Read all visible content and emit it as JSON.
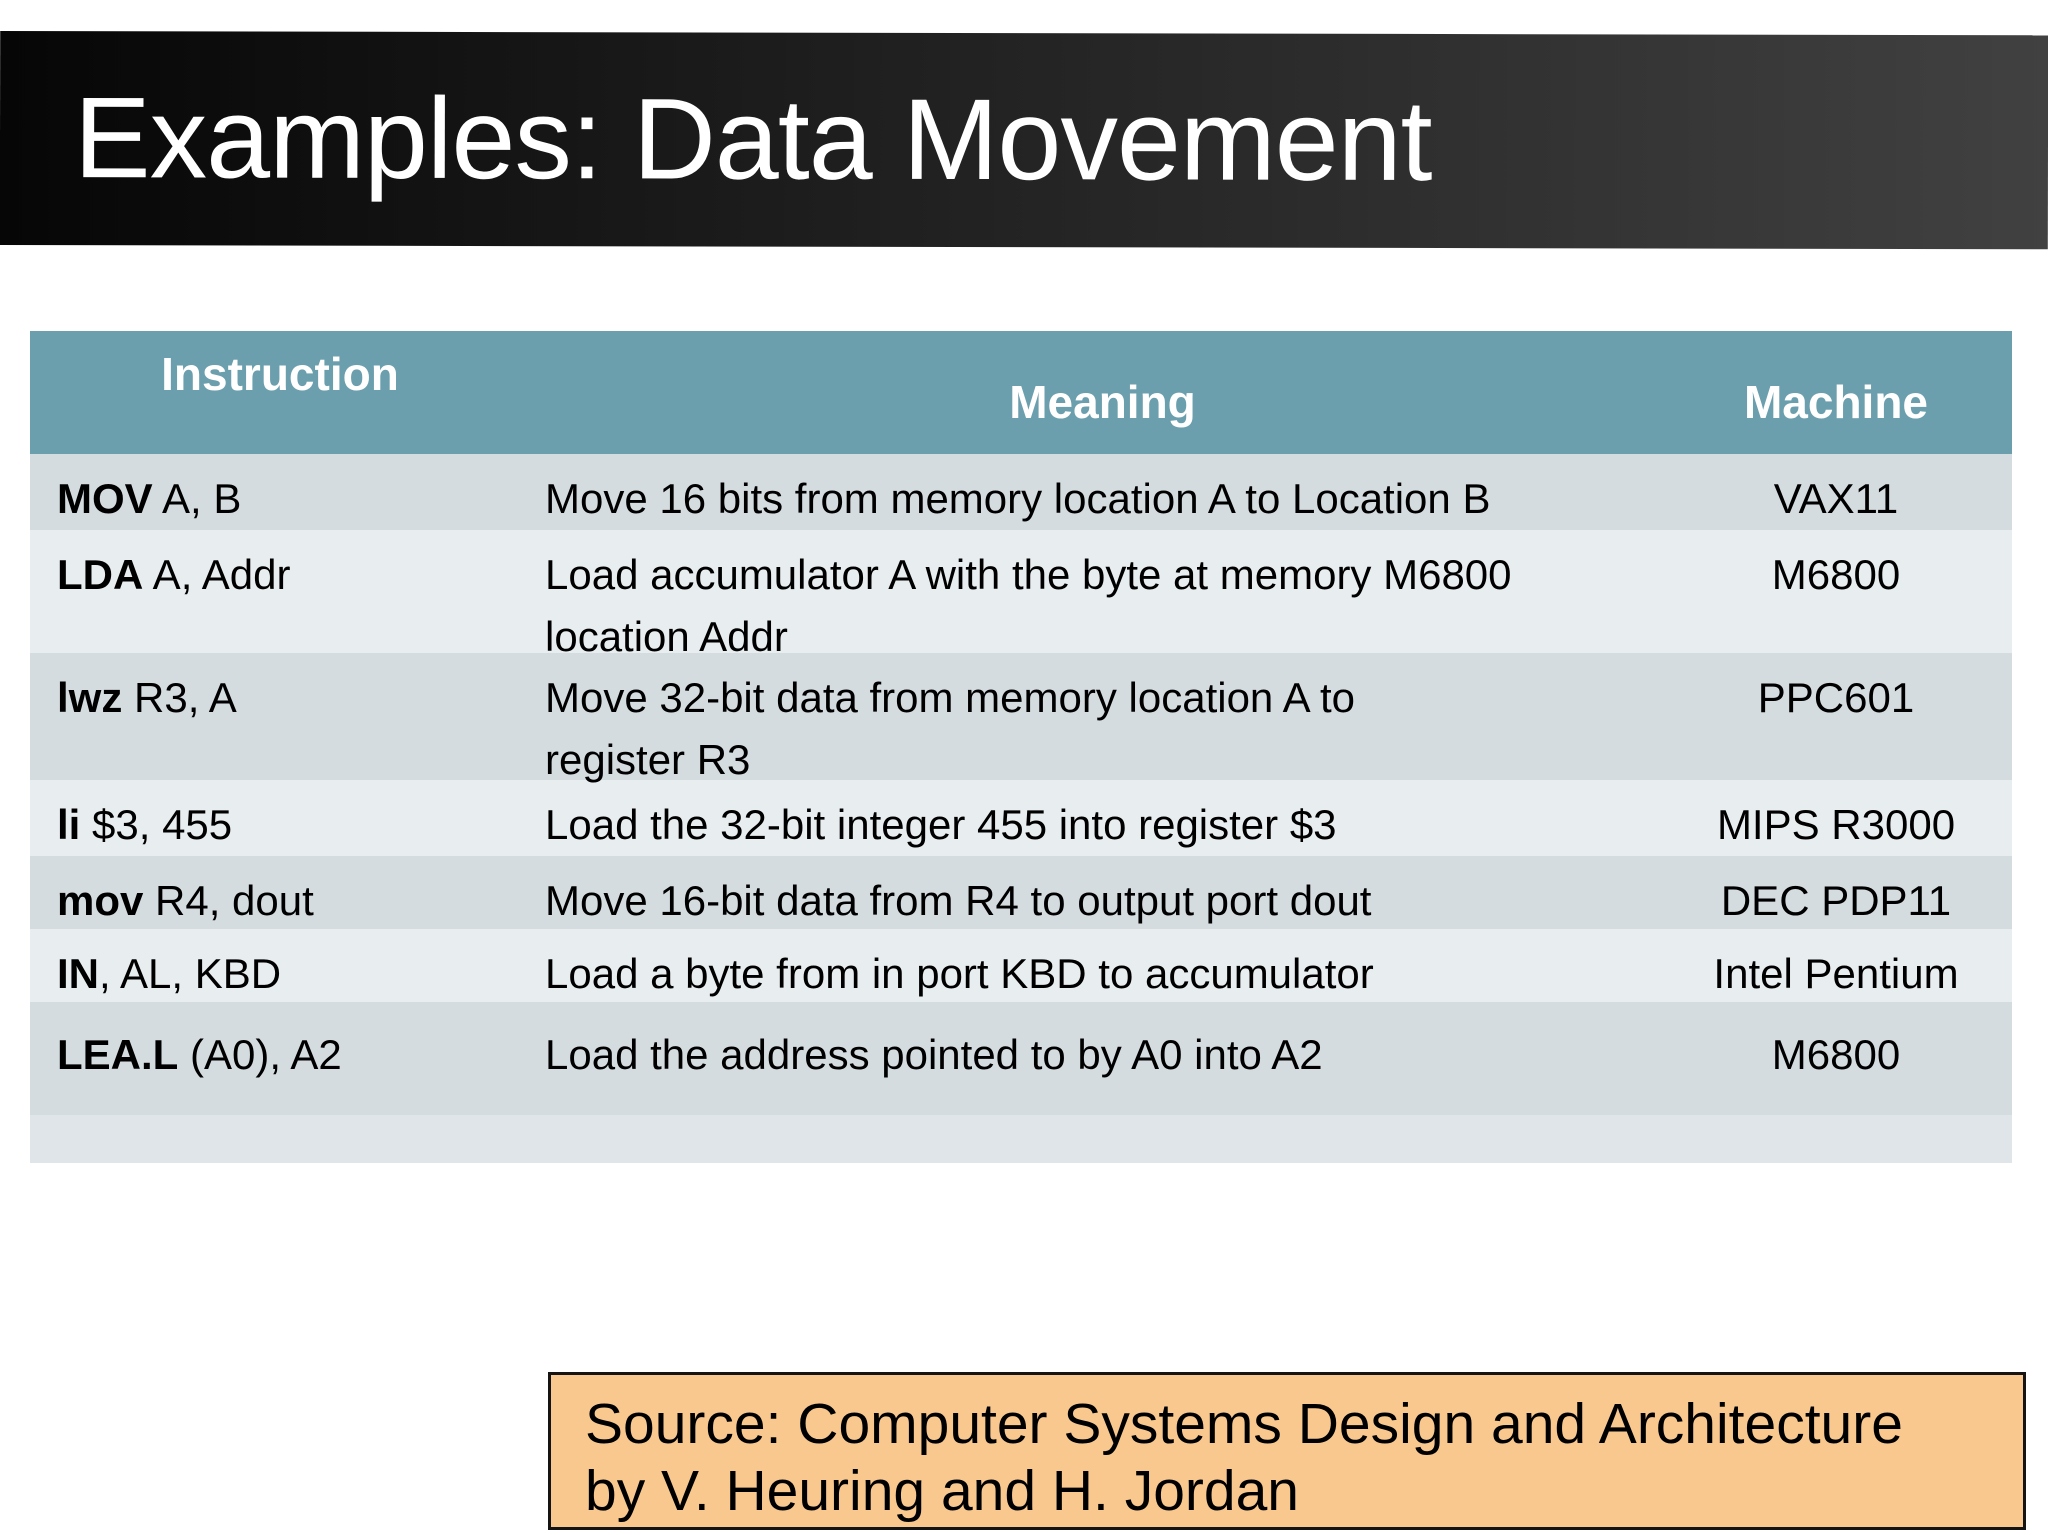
{
  "slide": {
    "title": "Examples: Data Movement"
  },
  "table": {
    "headers": {
      "instruction": "Instruction",
      "meaning": "Meaning",
      "machine": "Machine"
    },
    "rows": [
      {
        "mnemonic": "MOV",
        "operands": " A, B",
        "meaning_line1": "Move 16 bits from memory location A to Location B",
        "meaning_line2": "",
        "machine": "VAX11"
      },
      {
        "mnemonic": "LDA",
        "operands": " A, Addr",
        "meaning_line1": "Load accumulator A with the byte at memory M6800",
        "meaning_line2": "location Addr",
        "machine": "M6800"
      },
      {
        "mnemonic": "lwz",
        "operands": " R3, A",
        "meaning_line1": "Move 32-bit data from memory location A to",
        "meaning_line2": "register R3",
        "machine": "PPC601"
      },
      {
        "mnemonic": "li",
        "operands": " $3, 455",
        "meaning_line1": "Load the 32-bit integer 455 into register $3",
        "meaning_line2": "",
        "machine": "MIPS R3000"
      },
      {
        "mnemonic": "mov",
        "operands": " R4, dout",
        "meaning_line1": "Move 16-bit data from R4 to output port dout",
        "meaning_line2": "",
        "machine": "DEC PDP11"
      },
      {
        "mnemonic": "IN",
        "operands": ", AL, KBD",
        "meaning_line1": "Load a byte from in port KBD to accumulator",
        "meaning_line2": "",
        "machine": "Intel Pentium"
      },
      {
        "mnemonic": "LEA.L",
        "operands": " (A0), A2",
        "meaning_line1": "Load the address pointed to by A0 into A2",
        "meaning_line2": "",
        "machine": "M6800"
      }
    ]
  },
  "source_note": {
    "line1": "Source: Computer Systems Design and Architecture",
    "line2": "by V. Heuring and H. Jordan"
  },
  "colors": {
    "header_teal": "#6c9fae",
    "row_dark": "#d4dce0",
    "row_light": "#e8edf0",
    "row_trailing": "#dfe5e8",
    "source_box_bg": "#f9c88f",
    "banner_gradient_left": "#060606",
    "banner_gradient_right": "#414141",
    "title_text": "#ffffff",
    "body_text": "#000000"
  }
}
